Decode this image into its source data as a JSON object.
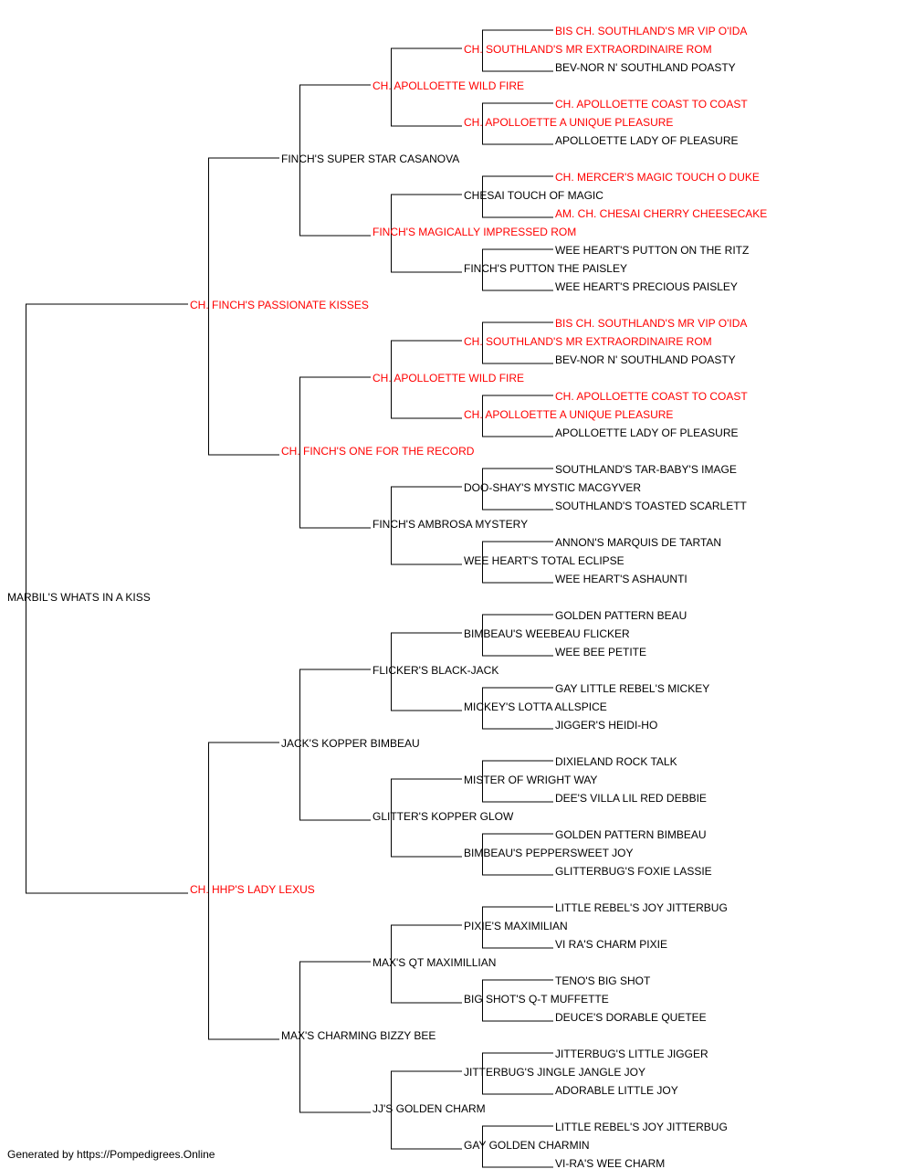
{
  "colors": {
    "titled": "#ff0000",
    "normal": "#000000",
    "line": "#000000"
  },
  "pedigree": {
    "name": "MARBIL'S WHATS IN A KISS",
    "titled": false,
    "sire": {
      "name": "CH. FINCH'S PASSIONATE KISSES",
      "titled": true,
      "sire": {
        "name": "FINCH'S SUPER STAR CASANOVA",
        "titled": false,
        "sire": {
          "name": "CH. APOLLOETTE WILD FIRE",
          "titled": true,
          "sire": {
            "name": "CH. SOUTHLAND'S MR EXTRAORDINAIRE ROM",
            "titled": true,
            "sire": {
              "name": "BIS CH. SOUTHLAND'S MR VIP O'IDA",
              "titled": true
            },
            "dam": {
              "name": "BEV-NOR N' SOUTHLAND POASTY",
              "titled": false
            }
          },
          "dam": {
            "name": "CH. APOLLOETTE A UNIQUE PLEASURE",
            "titled": true,
            "sire": {
              "name": "CH. APOLLOETTE COAST TO COAST",
              "titled": true
            },
            "dam": {
              "name": "APOLLOETTE LADY OF PLEASURE",
              "titled": false
            }
          }
        },
        "dam": {
          "name": "FINCH'S MAGICALLY IMPRESSED ROM",
          "titled": true,
          "sire": {
            "name": "CHESAI TOUCH OF MAGIC",
            "titled": false,
            "sire": {
              "name": "CH. MERCER'S MAGIC TOUCH O DUKE",
              "titled": true
            },
            "dam": {
              "name": "AM. CH. CHESAI CHERRY CHEESECAKE",
              "titled": true
            }
          },
          "dam": {
            "name": "FINCH'S PUTTON THE PAISLEY",
            "titled": false,
            "sire": {
              "name": "WEE HEART'S PUTTON ON THE RITZ",
              "titled": false
            },
            "dam": {
              "name": "WEE HEART'S PRECIOUS PAISLEY",
              "titled": false
            }
          }
        }
      },
      "dam": {
        "name": "CH. FINCH'S ONE FOR THE RECORD",
        "titled": true,
        "sire": {
          "name": "CH. APOLLOETTE WILD FIRE",
          "titled": true,
          "sire": {
            "name": "CH. SOUTHLAND'S MR EXTRAORDINAIRE ROM",
            "titled": true,
            "sire": {
              "name": "BIS CH. SOUTHLAND'S MR VIP O'IDA",
              "titled": true
            },
            "dam": {
              "name": "BEV-NOR N' SOUTHLAND POASTY",
              "titled": false
            }
          },
          "dam": {
            "name": "CH. APOLLOETTE A UNIQUE PLEASURE",
            "titled": true,
            "sire": {
              "name": "CH. APOLLOETTE COAST TO COAST",
              "titled": true
            },
            "dam": {
              "name": "APOLLOETTE LADY OF PLEASURE",
              "titled": false
            }
          }
        },
        "dam": {
          "name": "FINCH'S AMBROSA MYSTERY",
          "titled": false,
          "sire": {
            "name": "DOO-SHAY'S MYSTIC MACGYVER",
            "titled": false,
            "sire": {
              "name": "SOUTHLAND'S TAR-BABY'S IMAGE",
              "titled": false
            },
            "dam": {
              "name": "SOUTHLAND'S TOASTED SCARLETT",
              "titled": false
            }
          },
          "dam": {
            "name": "WEE HEART'S TOTAL ECLIPSE",
            "titled": false,
            "sire": {
              "name": "ANNON'S MARQUIS DE TARTAN",
              "titled": false
            },
            "dam": {
              "name": "WEE HEART'S ASHAUNTI",
              "titled": false
            }
          }
        }
      }
    },
    "dam": {
      "name": "CH. HHP'S LADY LEXUS",
      "titled": true,
      "sire": {
        "name": "JACK'S KOPPER BIMBEAU",
        "titled": false,
        "sire": {
          "name": "FLICKER'S BLACK-JACK",
          "titled": false,
          "sire": {
            "name": "BIMBEAU'S WEEBEAU FLICKER",
            "titled": false,
            "sire": {
              "name": "GOLDEN PATTERN BEAU",
              "titled": false
            },
            "dam": {
              "name": "WEE BEE PETITE",
              "titled": false
            }
          },
          "dam": {
            "name": "MICKEY'S LOTTA ALLSPICE",
            "titled": false,
            "sire": {
              "name": "GAY LITTLE REBEL'S MICKEY",
              "titled": false
            },
            "dam": {
              "name": "JIGGER'S HEIDI-HO",
              "titled": false
            }
          }
        },
        "dam": {
          "name": "GLITTER'S KOPPER GLOW",
          "titled": false,
          "sire": {
            "name": "MISTER OF WRIGHT WAY",
            "titled": false,
            "sire": {
              "name": "DIXIELAND ROCK TALK",
              "titled": false
            },
            "dam": {
              "name": "DEE'S VILLA LIL RED DEBBIE",
              "titled": false
            }
          },
          "dam": {
            "name": "BIMBEAU'S PEPPERSWEET JOY",
            "titled": false,
            "sire": {
              "name": "GOLDEN PATTERN BIMBEAU",
              "titled": false
            },
            "dam": {
              "name": "GLITTERBUG'S FOXIE LASSIE",
              "titled": false
            }
          }
        }
      },
      "dam": {
        "name": "MAX'S CHARMING BIZZY BEE",
        "titled": false,
        "sire": {
          "name": "MAX'S QT MAXIMILLIAN",
          "titled": false,
          "sire": {
            "name": "PIXIE'S MAXIMILIAN",
            "titled": false,
            "sire": {
              "name": "LITTLE REBEL'S JOY JITTERBUG",
              "titled": false
            },
            "dam": {
              "name": "VI RA'S CHARM PIXIE",
              "titled": false
            }
          },
          "dam": {
            "name": "BIG SHOT'S Q-T MUFFETTE",
            "titled": false,
            "sire": {
              "name": "TENO'S BIG SHOT",
              "titled": false
            },
            "dam": {
              "name": "DEUCE'S DORABLE QUETEE",
              "titled": false
            }
          }
        },
        "dam": {
          "name": "JJ'S GOLDEN CHARM",
          "titled": false,
          "sire": {
            "name": "JITTERBUG'S JINGLE JANGLE JOY",
            "titled": false,
            "sire": {
              "name": "JITTERBUG'S LITTLE JIGGER",
              "titled": false
            },
            "dam": {
              "name": "ADORABLE LITTLE JOY",
              "titled": false
            }
          },
          "dam": {
            "name": "GAY GOLDEN CHARMIN",
            "titled": false,
            "sire": {
              "name": "LITTLE REBEL'S JOY JITTERBUG",
              "titled": false
            },
            "dam": {
              "name": "VI-RA'S WEE CHARM",
              "titled": false
            }
          }
        }
      }
    }
  },
  "footer": {
    "text": "Generated by https://Pompedigrees.Online"
  }
}
